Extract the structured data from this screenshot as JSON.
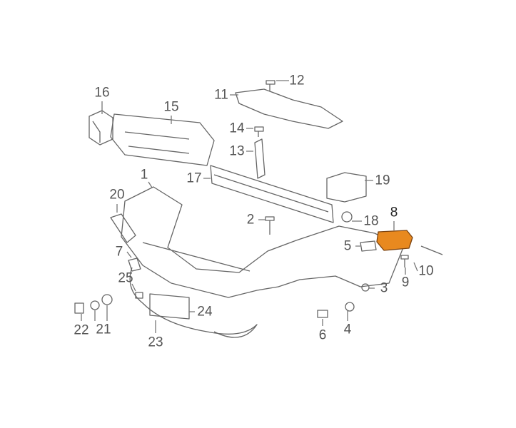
{
  "diagram": {
    "highlight_color": "#e8891f",
    "line_color": "#666666",
    "callouts": [
      {
        "id": "16",
        "label": "16"
      },
      {
        "id": "15",
        "label": "15"
      },
      {
        "id": "12",
        "label": "12"
      },
      {
        "id": "11",
        "label": "11"
      },
      {
        "id": "14",
        "label": "14"
      },
      {
        "id": "13",
        "label": "13"
      },
      {
        "id": "17",
        "label": "17"
      },
      {
        "id": "19",
        "label": "19"
      },
      {
        "id": "1",
        "label": "1"
      },
      {
        "id": "20",
        "label": "20"
      },
      {
        "id": "2",
        "label": "2"
      },
      {
        "id": "18",
        "label": "18"
      },
      {
        "id": "8",
        "label": "8"
      },
      {
        "id": "5",
        "label": "5"
      },
      {
        "id": "7",
        "label": "7"
      },
      {
        "id": "10",
        "label": "10"
      },
      {
        "id": "9",
        "label": "9"
      },
      {
        "id": "25",
        "label": "25"
      },
      {
        "id": "3",
        "label": "3"
      },
      {
        "id": "24",
        "label": "24"
      },
      {
        "id": "22",
        "label": "22"
      },
      {
        "id": "21",
        "label": "21"
      },
      {
        "id": "6",
        "label": "6"
      },
      {
        "id": "4",
        "label": "4"
      },
      {
        "id": "23",
        "label": "23"
      }
    ]
  }
}
